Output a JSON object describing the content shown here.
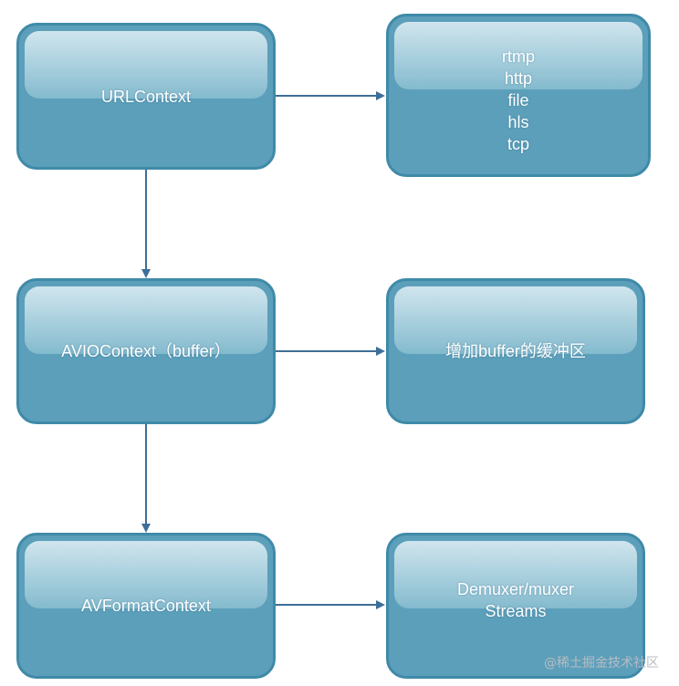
{
  "nodes": {
    "url_context": {
      "label": "URLContext"
    },
    "protocols": {
      "lines": [
        "rtmp",
        "http",
        "file",
        "hls",
        "tcp"
      ]
    },
    "avio_context": {
      "label": "AVIOContext（buffer）"
    },
    "buffer_note": {
      "label": "增加buffer的缓冲区"
    },
    "avformat_context": {
      "label": "AVFormatContext"
    },
    "demuxer": {
      "lines": [
        "Demuxer/muxer",
        "Streams"
      ]
    }
  },
  "colors": {
    "node_fill": "#5c9fba",
    "node_border": "#3f8aa8",
    "edge": "#3e6f98"
  },
  "watermark": "@稀土掘金技术社区"
}
